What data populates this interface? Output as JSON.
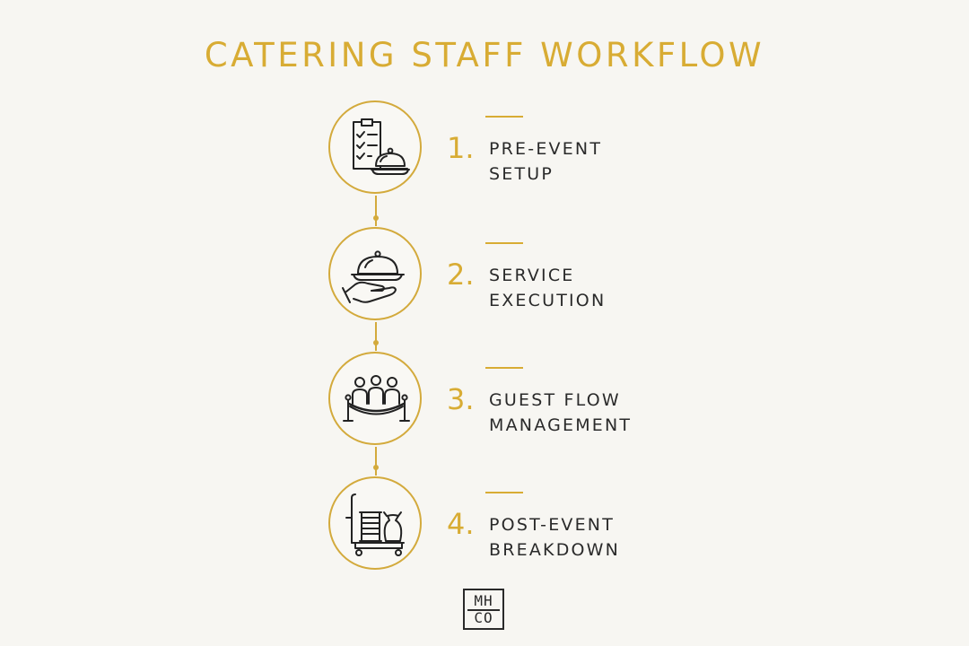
{
  "title": "CATERING STAFF WORKFLOW",
  "colors": {
    "accent": "#d8ac34",
    "text": "#2a2a2a",
    "background": "#f7f6f2"
  },
  "steps": [
    {
      "number": "1.",
      "line1": "PRE-EVENT",
      "line2": "SETUP",
      "icon": "clipboard-cloche-icon"
    },
    {
      "number": "2.",
      "line1": "SERVICE",
      "line2": "EXECUTION",
      "icon": "hand-serving-cloche-icon"
    },
    {
      "number": "3.",
      "line1": "GUEST FLOW",
      "line2": "MANAGEMENT",
      "icon": "guests-rope-barrier-icon"
    },
    {
      "number": "4.",
      "line1": "POST-EVENT",
      "line2": "BREAKDOWN",
      "icon": "cart-plates-bag-icon"
    }
  ],
  "logo": {
    "line1": "MH",
    "line2": "CO"
  }
}
